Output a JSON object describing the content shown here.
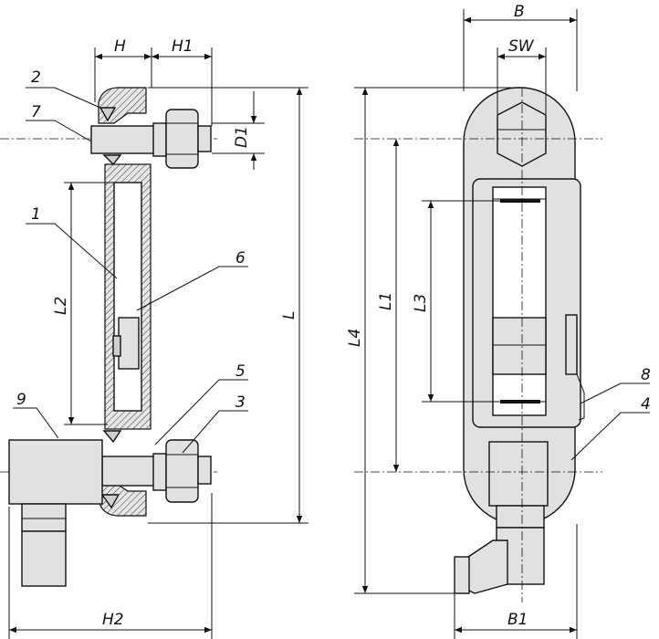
{
  "parts": {
    "p1": "1",
    "p2": "2",
    "p3": "3",
    "p4": "4",
    "p5": "5",
    "p6": "6",
    "p7": "7",
    "p8": "8",
    "p9": "9"
  },
  "dims": {
    "H": "H",
    "H1": "H1",
    "D1": "D1",
    "L2": "L2",
    "L": "L",
    "H2": "H2",
    "B": "B",
    "SW": "SW",
    "L4": "L4",
    "L1": "L1",
    "L3": "L3",
    "B1": "B1"
  }
}
